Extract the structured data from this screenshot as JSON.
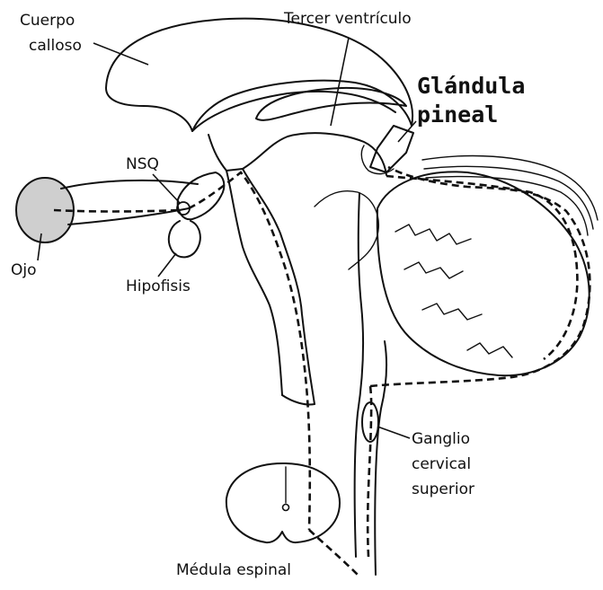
{
  "labels": {
    "cuerpo_calloso_line1": "Cuerpo",
    "cuerpo_calloso_line2": "calloso",
    "tercer_ventriculo": "Tercer ventrículo",
    "glandula": "Glándula",
    "pineal": "pineal",
    "nsq": "NSQ",
    "ojo": "Ojo",
    "hipofisis": "Hipofisis",
    "ganglio_line1": "Ganglio",
    "ganglio_line2": "cervical",
    "ganglio_line3": "superior",
    "medula_espinal": "Médula espinal"
  },
  "colors": {
    "ink": "#111111",
    "eye_fill": "#cfcfcf",
    "background": "#ffffff"
  }
}
